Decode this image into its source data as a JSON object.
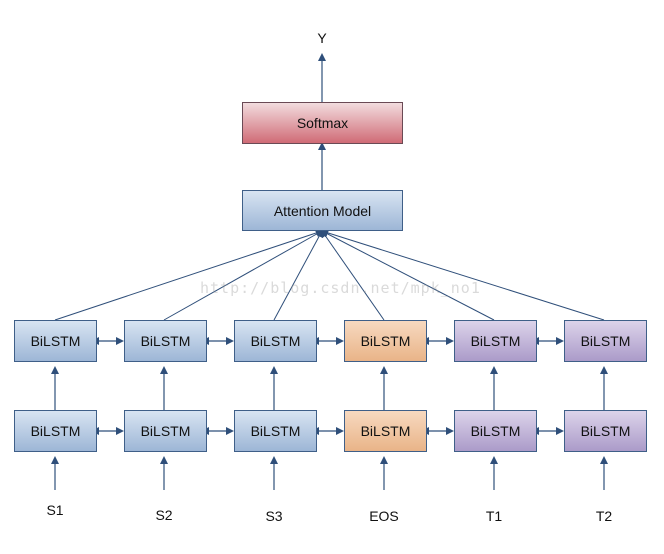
{
  "output_label": "Y",
  "softmax_label": "Softmax",
  "attention_label": "Attention Model",
  "bilstm_label": "BiLSTM",
  "inputs": [
    "S1",
    "S2",
    "S3",
    "EOS",
    "T1",
    "T2"
  ],
  "watermark": "http://blog.csdn.net/mpk_no1",
  "colors": {
    "source_node": "#a8bede",
    "separator_node": "#ecbc94",
    "target_node": "#b3a5cf",
    "softmax_node": "#d37480",
    "arrow": "#2f4f7a"
  }
}
